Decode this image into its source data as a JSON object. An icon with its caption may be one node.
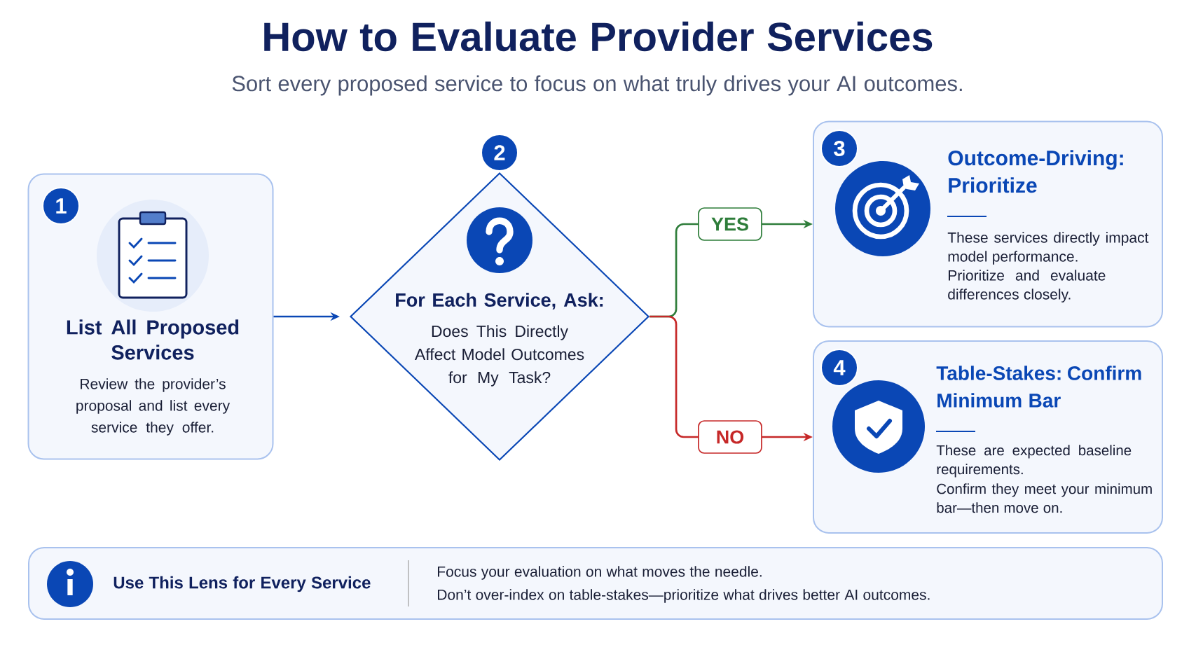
{
  "diagram": {
    "title": "How to Evaluate Provider Services",
    "caption": "Sort every proposed service to focus on what truly drives your AI outcomes.",
    "nodes": [
      {
        "text": [
          "List All Proposed Services",
          "Review the provider’s proposal and list every service they offer."
        ]
      },
      {
        "text": [
          "1"
        ],
        "in": 0
      },
      {
        "text": [
          "For Each Service, Ask:",
          "Does This Directly Affect Model Outcomes for My Task?"
        ]
      },
      {
        "text": [
          "2"
        ]
      },
      {
        "text": [
          "Outcome-Driving: Prioritize",
          "These services directly impact model performance.",
          "Prioritize and evaluate differences closely."
        ]
      },
      {
        "text": [
          "3"
        ],
        "in": 4
      },
      {
        "text": [
          "Table-Stakes: Confirm Minimum Bar",
          "These are expected baseline requirements.",
          "Confirm they meet your minimum bar—then move on."
        ]
      },
      {
        "text": [
          "4"
        ],
        "in": 6
      },
      {
        "text": [
          "Use This Lens for Every Service",
          "Focus your evaluation on what moves the needle.",
          "Don’t over-index on table-stakes—prioritize what drives better AI outcomes."
        ]
      }
    ],
    "edges": [
      {
        "from": 0,
        "to": 2,
        "arrow": "to"
      },
      {
        "from": 2,
        "to": 4,
        "arrow": "to",
        "label": "YES",
        "color": "#2e7d3a"
      },
      {
        "from": 2,
        "to": 6,
        "arrow": "to",
        "label": "NO",
        "color": "#c62828"
      }
    ]
  }
}
